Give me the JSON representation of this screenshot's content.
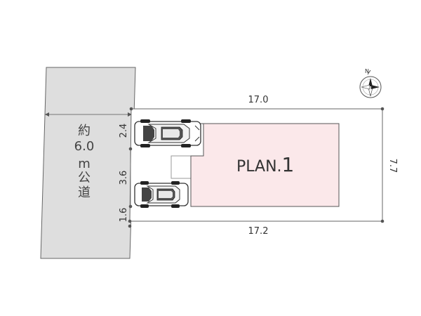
{
  "road": {
    "line1": "約",
    "line2": "6.0",
    "line3": "m",
    "line4": "公",
    "line5": "道"
  },
  "dimensions": {
    "top": "17.0",
    "bottom": "17.2",
    "right": "7.7",
    "left_top": "2.4",
    "left_mid": "3.6",
    "left_bottom": "1.6"
  },
  "building": {
    "label": "PLAN.",
    "number": "1",
    "fill_color": "#fbe8ea",
    "stroke_color": "#555555"
  },
  "compass": {
    "label": "N"
  },
  "colors": {
    "road": "#dedede",
    "outline": "#666666"
  }
}
